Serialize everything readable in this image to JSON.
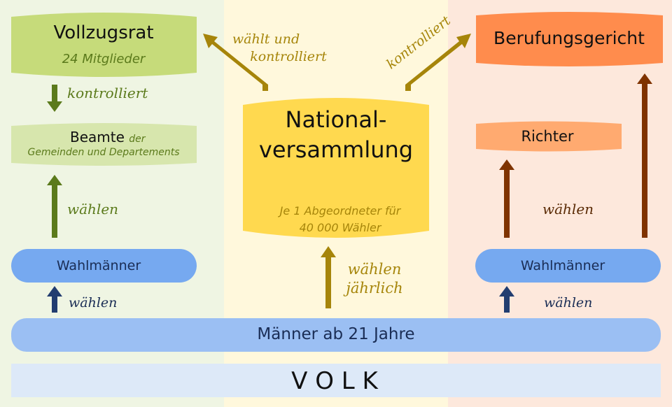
{
  "colors": {
    "green_box": "#c6db7a",
    "green_light_box": "#d7e6ad",
    "green_text": "#5b7a1b",
    "green_arrow": "#5b7a1b",
    "yellow_box": "#ffd94f",
    "gold_text": "#a6850a",
    "gold_arrow": "#a6850a",
    "orange_box": "#ff8c4d",
    "orange_light_box": "#ffaa70",
    "brown_arrow": "#7f3300",
    "brown_text": "#5a2a05",
    "blue_box": "#76a9f0",
    "blue_light_box": "#9bbff3",
    "navy_arrow": "#223d70",
    "navy_text": "#1a2d55",
    "volk_box": "#dde9f8"
  },
  "vollzugsrat": {
    "title": "Vollzugsrat",
    "subtitle": "24 Mitglieder"
  },
  "label_kontrolliert_left": "kontrolliert",
  "beamte": {
    "main": "Beamte",
    "small_1": "der",
    "small_2": "Gemeinden und Departements"
  },
  "label_waehlen_left_upper": "wählen",
  "wahlmaenner_left": "Wahlmänner",
  "label_waehlen_left_lower": "wählen",
  "label_waehlt_kontrolliert": {
    "line1": "wählt und",
    "line2": "kontrolliert"
  },
  "label_kontrolliert_right": "kontrolliert",
  "nationalversammlung": {
    "line1": "National-",
    "line2": "versammlung",
    "note_1": "Je 1 Abgeordneter für",
    "note_2": "40 000 Wähler"
  },
  "label_waehlen_jaehrlich": {
    "line1": "wählen",
    "line2": "jährlich"
  },
  "berufungsgericht": "Berufungsgericht",
  "richter": "Richter",
  "label_waehlen_right_upper": "wählen",
  "wahlmaenner_right": "Wahlmänner",
  "label_waehlen_right_lower": "wählen",
  "maenner": "Männer ab 21 Jahre",
  "volk": "V O L K"
}
